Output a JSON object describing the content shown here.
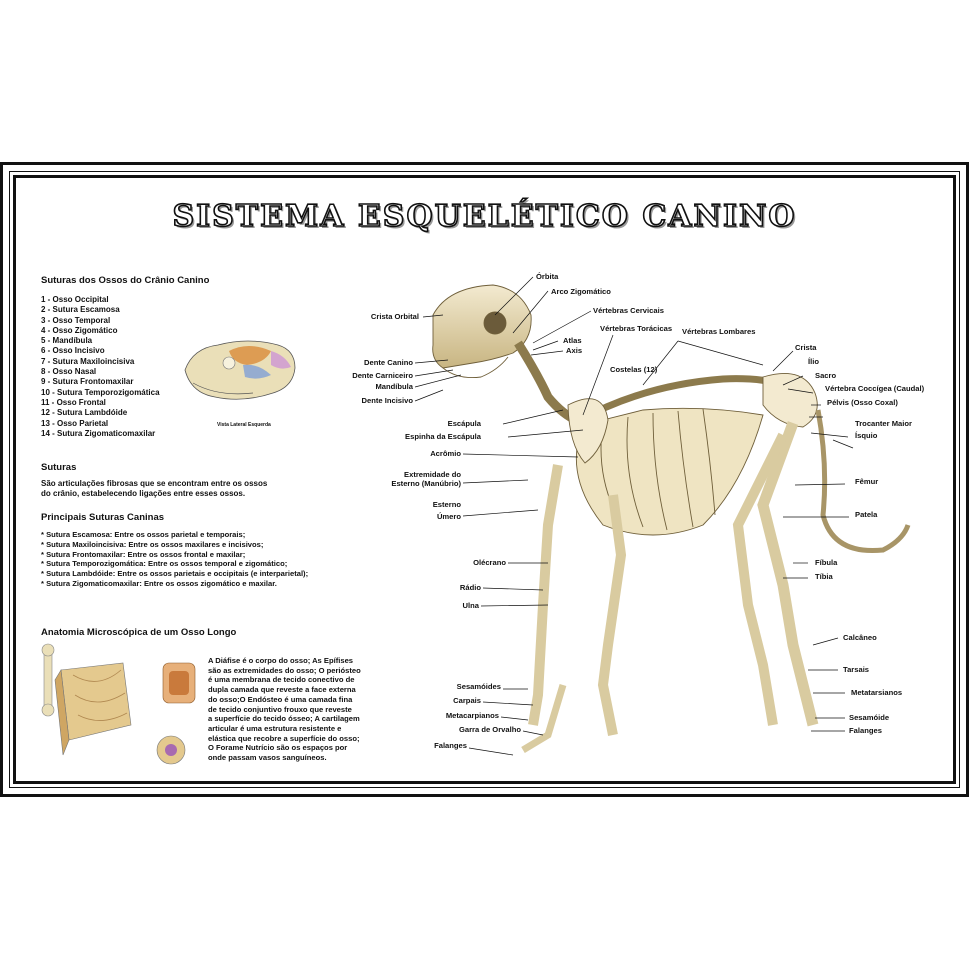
{
  "title": "SISTEMA ESQUELÉTICO CANINO",
  "skull_section": {
    "heading": "Suturas dos Ossos do Crânio Canino",
    "items": [
      "1 - Osso Occipital",
      "2 - Sutura Escamosa",
      "3 - Osso Temporal",
      "4 - Osso Zigomático",
      "5 - Mandíbula",
      "6 - Osso Incisivo",
      "7 - Sutura Maxiloincisiva",
      "8 - Osso Nasal",
      "9 - Sutura Frontomaxilar",
      "10 - Sutura Temporozigomática",
      "11 - Osso Frontal",
      "12 - Sutura Lambdóide",
      "13 - Osso Parietal",
      "14 - Sutura Zigomaticomaxilar"
    ],
    "skull_caption": "Vista Lateral Esquerda"
  },
  "suturas": {
    "heading": "Suturas",
    "text": [
      "São articulações fibrosas que se encontram entre os ossos",
      "do crânio, estabelecendo ligações entre esses ossos."
    ]
  },
  "principais": {
    "heading": "Principais Suturas Caninas",
    "items": [
      "* Sutura Escamosa: Entre os ossos parietal e temporais;",
      "* Sutura Maxiloincisiva: Entre os ossos maxilares e incisivos;",
      "* Sutura Frontomaxilar: Entre os ossos frontal e maxilar;",
      "* Sutura Temporozigomática: Entre os ossos temporal e zigomático;",
      "* Sutura Lambdóide: Entre os ossos parietais e occipitais (e interparietal);",
      "* Sutura Zigomaticomaxilar: Entre os ossos zigomático e maxilar."
    ]
  },
  "microscopic": {
    "heading": "Anatomia Microscópica de um Osso Longo",
    "text": [
      "A Diáfise é o corpo do osso; As Epífises",
      "são as extremidades do osso; O periósteo",
      "é uma membrana de tecido conectivo de",
      "dupla camada que reveste a face externa",
      "do osso;O Endósteo é uma camada fina",
      "de tecido conjuntivo frouxo que reveste",
      "a superfície do tecido ósseo; A cartilagem",
      "articular é uma estrutura resistente e",
      "elástica que recobre a superfície do osso;",
      "O Forame Nutrício são os espaços por",
      "onde passam vasos sanguíneos."
    ]
  },
  "labels": {
    "orbita": "Órbita",
    "arco_zigomatico": "Arco Zigomático",
    "vertebras_cervicais": "Vértebras Cervicais",
    "crista_orbital": "Crista Orbital",
    "vertebras_toracicas": "Vértebras Torácicas",
    "vertebras_lombares": "Vértebras Lombares",
    "atlas": "Atlas",
    "axis": "Axis",
    "crista": "Crista",
    "dente_canino": "Dente Canino",
    "costelas": "Costelas (12)",
    "ilio": "Ílio",
    "dente_carniceiro": "Dente Carniceiro",
    "sacro": "Sacro",
    "mandibula": "Mandíbula",
    "vertebra_coccigea": "Vértebra Coccígea (Caudal)",
    "dente_incisivo": "Dente Incisivo",
    "pelvis": "Pélvis (Osso Coxal)",
    "escapula": "Escápula",
    "trocanter": "Trocanter Maior",
    "espinha_escapula": "Espinha da Escápula",
    "isquio": "Ísquio",
    "acromio": "Acrômio",
    "extremidade_esterno": "Extremidade do",
    "extremidade_esterno2": "Esterno (Manúbrio)",
    "femur": "Fêmur",
    "esterno": "Esterno",
    "patela": "Patela",
    "umero": "Úmero",
    "olecrano": "Olécrano",
    "fibula": "Fíbula",
    "tibia": "Tíbia",
    "radio": "Rádio",
    "ulna": "Ulna",
    "calcaneo": "Calcâneo",
    "tarsais": "Tarsais",
    "sesamoides": "Sesamóides",
    "metatarsianos": "Metatarsianos",
    "carpais": "Carpais",
    "metacarpianos": "Metacarpianos",
    "sesamoide": "Sesamóide",
    "garra": "Garra de Orvalho",
    "falanges_front": "Falanges",
    "falanges_rear": "Falanges"
  },
  "colors": {
    "bone": "#e8dcb0",
    "bone_shade": "#b9a574",
    "ink": "#111111"
  }
}
